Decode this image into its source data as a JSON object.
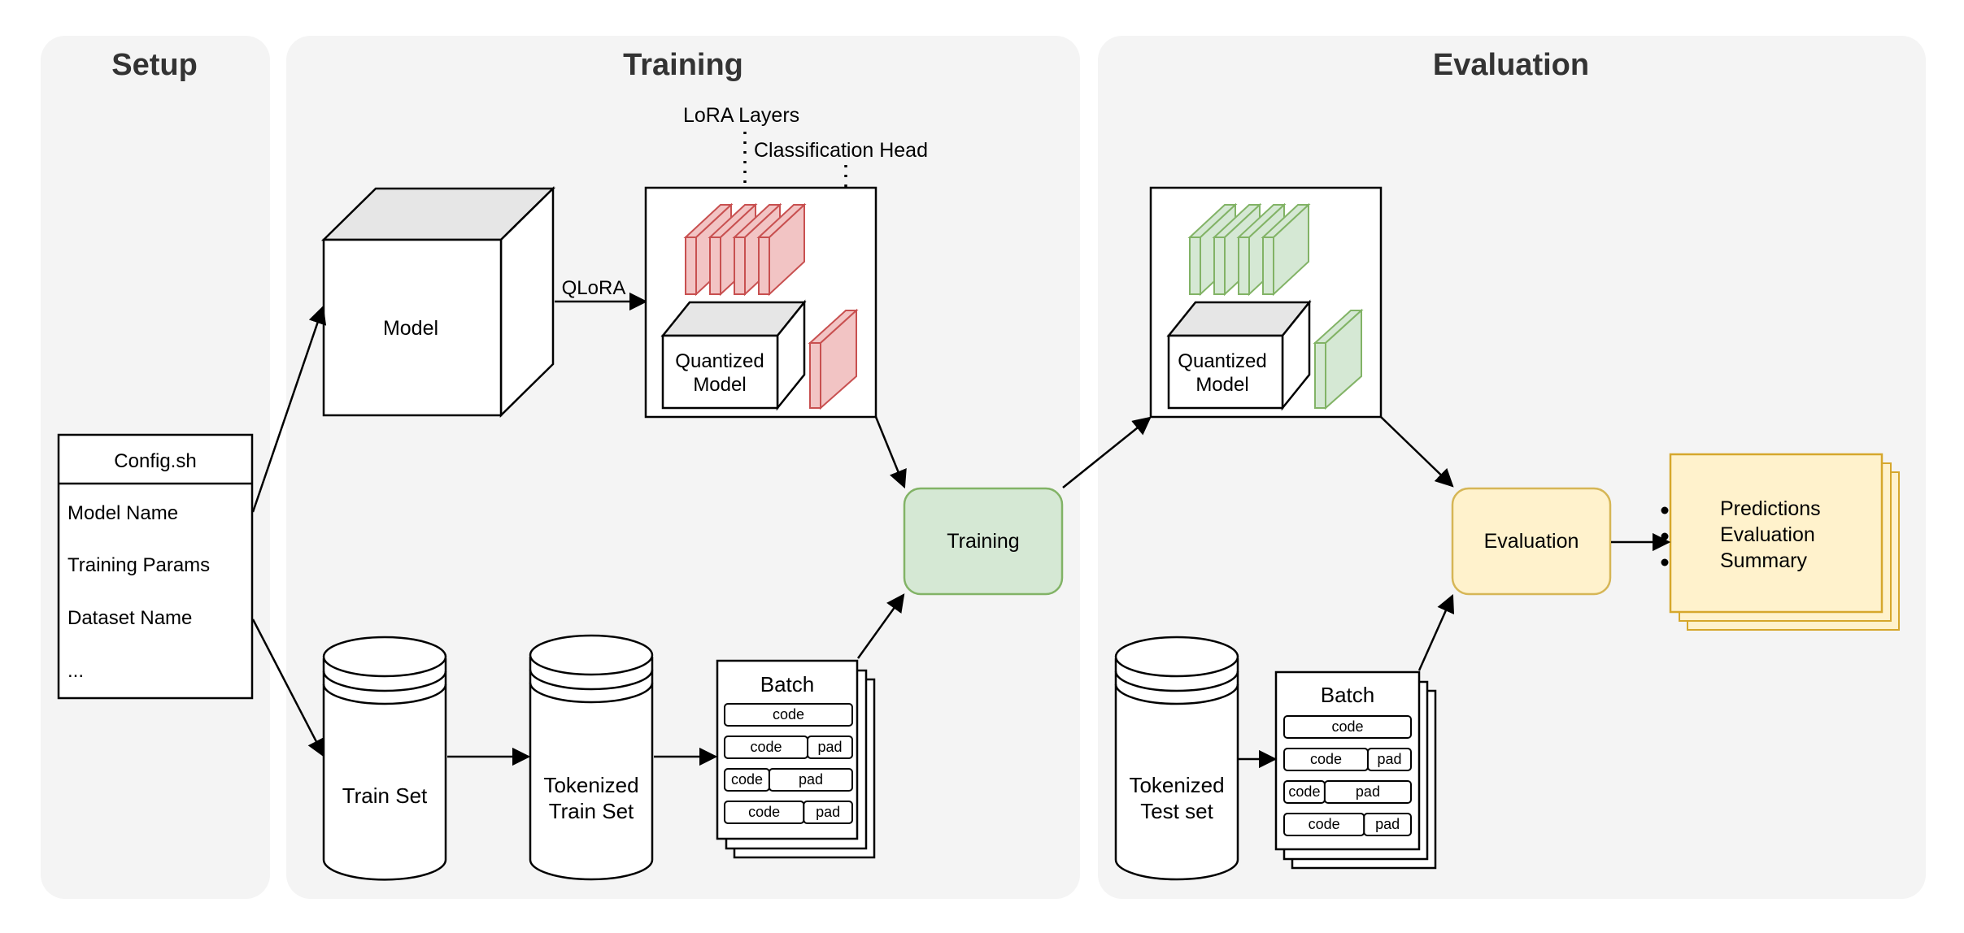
{
  "panels": {
    "setup": "Setup",
    "training": "Training",
    "evaluation": "Evaluation"
  },
  "config": {
    "title": "Config.sh",
    "items": [
      "Model Name",
      "Training Params",
      "Dataset Name",
      "..."
    ]
  },
  "model": {
    "label": "Model"
  },
  "qlora": {
    "label": "QLoRA"
  },
  "annotations": {
    "lora_layers": "LoRA Layers",
    "classification_head": "Classification Head"
  },
  "quantized_model": {
    "line1": "Quantized",
    "line2": "Model"
  },
  "datasets": {
    "train_set": "Train Set",
    "tokenized_train": {
      "line1": "Tokenized",
      "line2": "Train Set"
    },
    "tokenized_test": {
      "line1": "Tokenized",
      "line2": "Test set"
    }
  },
  "batch": {
    "title": "Batch",
    "code": "code",
    "pad": "pad"
  },
  "process": {
    "training": "Training",
    "evaluation": "Evaluation"
  },
  "outputs": [
    "Predictions",
    "Evaluation",
    "Summary"
  ],
  "colors": {
    "panel_bg": "#f4f4f4",
    "lora_red_fill": "#f2c4c4",
    "lora_red_stroke": "#c85050",
    "lora_green_fill": "#d5e8d4",
    "lora_green_stroke": "#82b366",
    "training_fill": "#d5e8d4",
    "training_stroke": "#82b366",
    "eval_fill": "#fff2cc",
    "eval_stroke": "#d6b656",
    "output_fill": "#fff2cc",
    "output_stroke": "#d6a72c"
  }
}
